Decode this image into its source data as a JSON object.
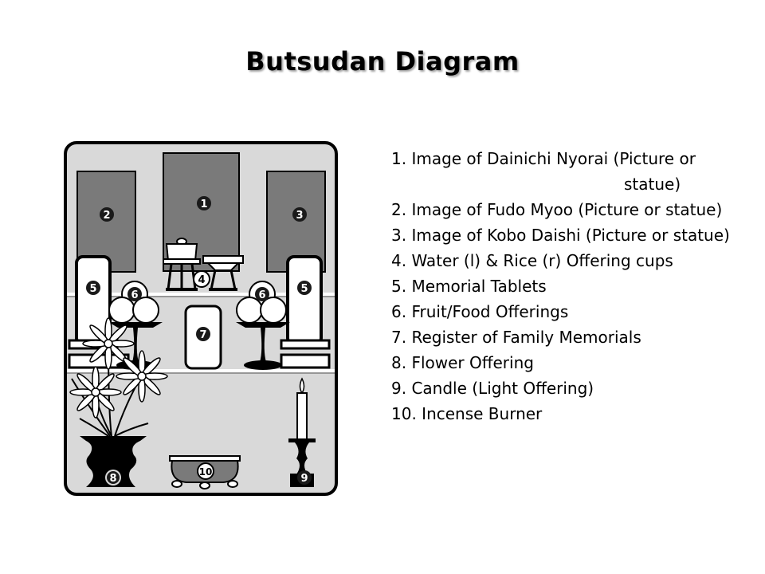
{
  "title": "Butsudan Diagram",
  "legend": [
    {
      "line1": "1. Image of Dainichi Nyorai (Picture or",
      "line2": "statue)"
    },
    {
      "text": "2. Image of Fudo Myoo (Picture or statue)"
    },
    {
      "text": "3. Image of Kobo Daishi (Picture or statue)"
    },
    {
      "text": "4. Water (l) & Rice (r) Offering cups"
    },
    {
      "text": "5. Memorial Tablets"
    },
    {
      "text": "6. Fruit/Food Offerings"
    },
    {
      "text": "7. Register of Family Memorials"
    },
    {
      "text": "8. Flower Offering"
    },
    {
      "text": "9. Candle (Light Offering)"
    },
    {
      "text": "10. Incense Burner"
    }
  ],
  "badges": {
    "n1": "1",
    "n2": "2",
    "n3": "3",
    "n4": "4",
    "n5a": "5",
    "n5b": "5",
    "n6a": "6",
    "n6b": "6",
    "n7": "7",
    "n8": "8",
    "n9": "9",
    "n10": "10"
  },
  "colors": {
    "cabinet": "#d9d9d9",
    "panel": "#7a7a7a",
    "outline": "#000000",
    "badge": "#1a1a1a"
  }
}
